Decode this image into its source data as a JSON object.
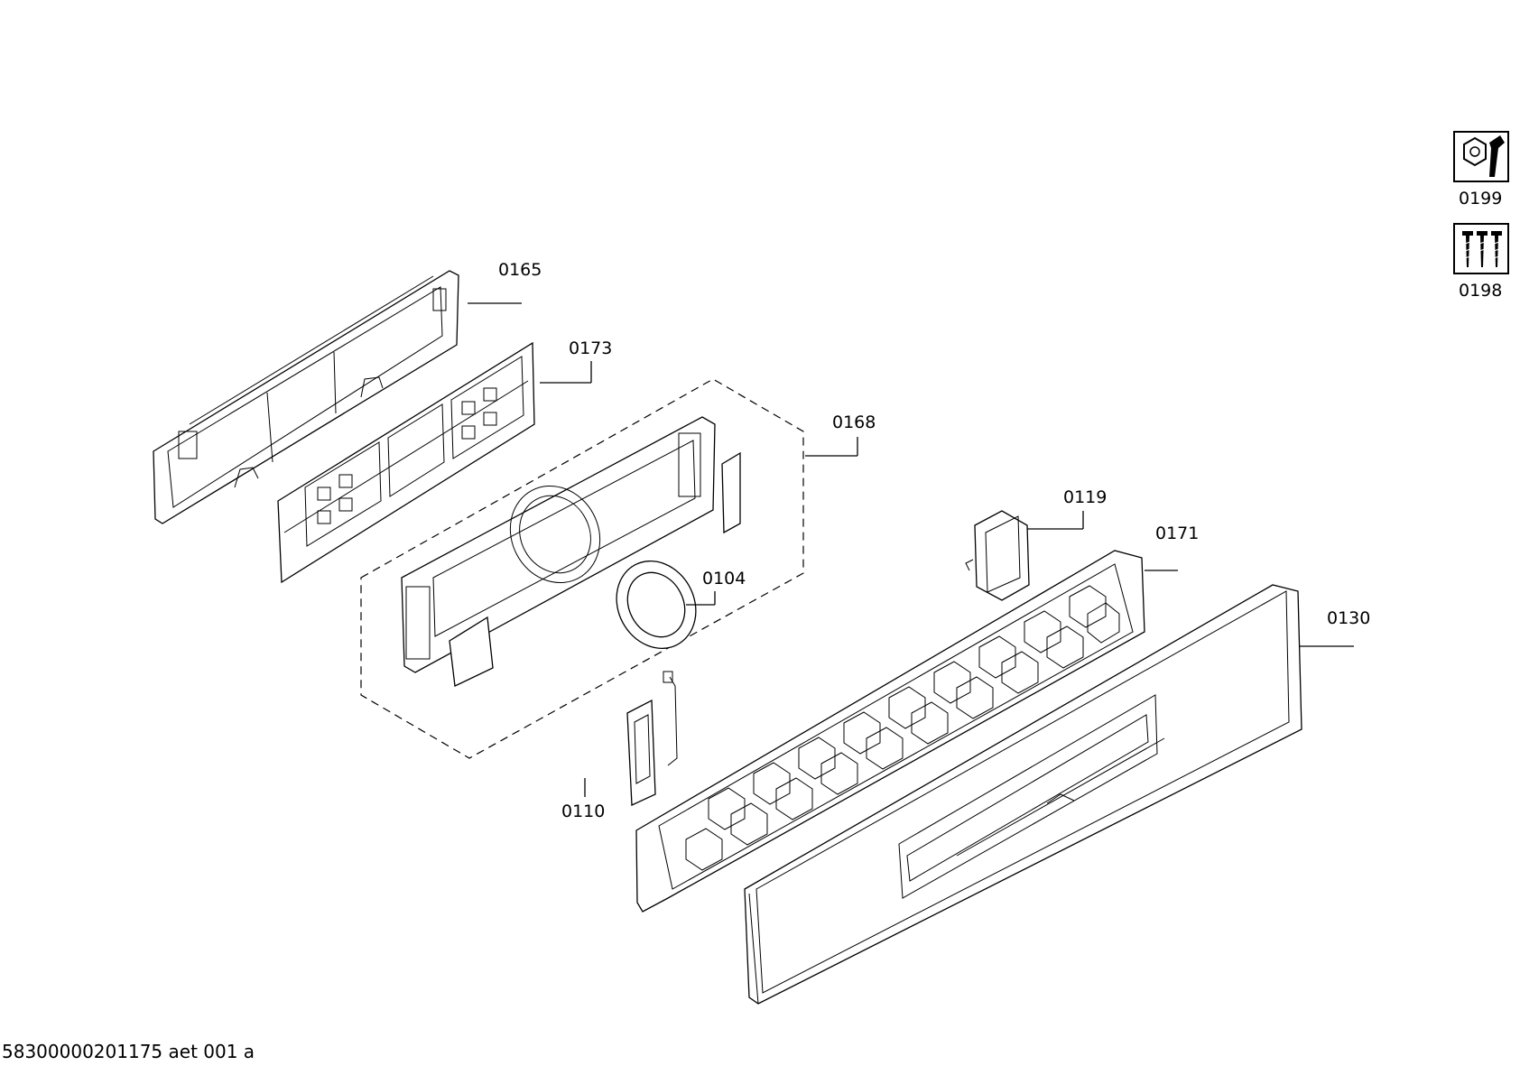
{
  "parts": {
    "p0165": "0165",
    "p0173": "0173",
    "p0168": "0168",
    "p0104": "0104",
    "p0110": "0110",
    "p0119": "0119",
    "p0171": "0171",
    "p0130": "0130",
    "p0199": "0199",
    "p0198": "0198"
  },
  "icons": {
    "service_kit": "wrench-nut-icon",
    "screws": "screws-icon"
  },
  "footer": {
    "drawing_id": "58300000201175 aet 001 a"
  },
  "colors": {
    "line": "#000000",
    "background": "#ffffff"
  }
}
